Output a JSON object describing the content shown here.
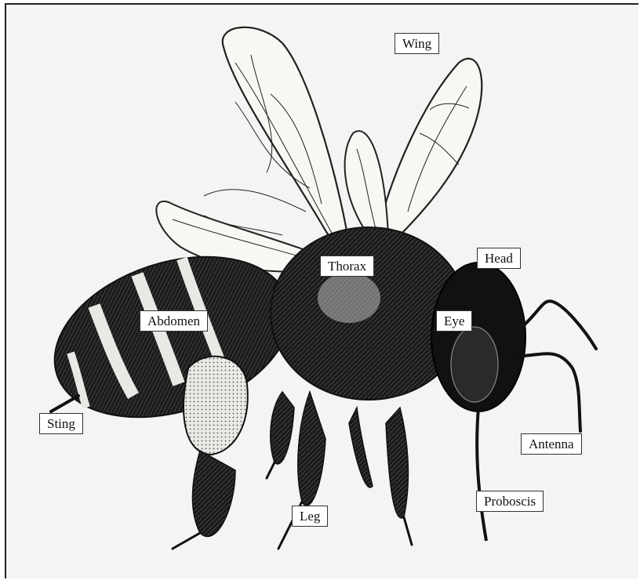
{
  "labels": {
    "wing": "Wing",
    "thorax": "Thorax",
    "head": "Head",
    "abdomen": "Abdomen",
    "eye": "Eye",
    "sting": "Sting",
    "antenna": "Antenna",
    "proboscis": "Proboscis",
    "leg": "Leg"
  }
}
